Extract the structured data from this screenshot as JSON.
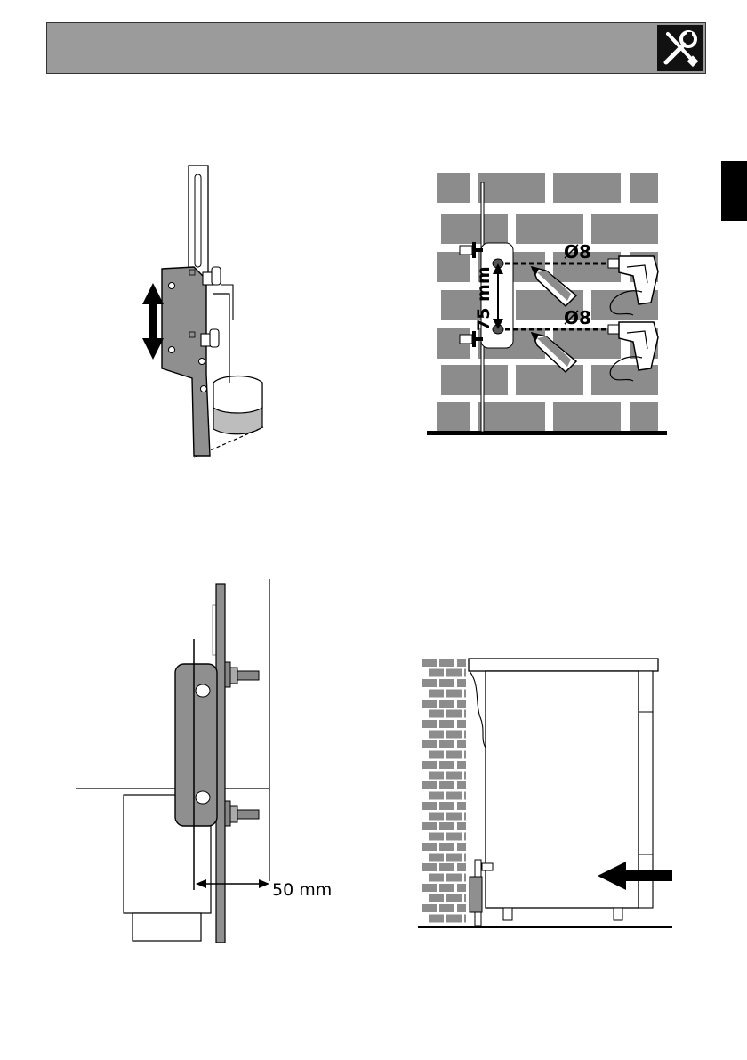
{
  "figures": {
    "drilling": {
      "hole_diameter_top": "Ø8",
      "hole_diameter_bottom": "Ø8",
      "spacing_label": "75 mm"
    },
    "clearance": {
      "distance_label": "50 mm"
    }
  },
  "colors": {
    "header_gray": "#9b9b9b",
    "brick_gray": "#8c8c8c",
    "bracket_gray": "#8f8f8f",
    "ink": "#000000"
  }
}
